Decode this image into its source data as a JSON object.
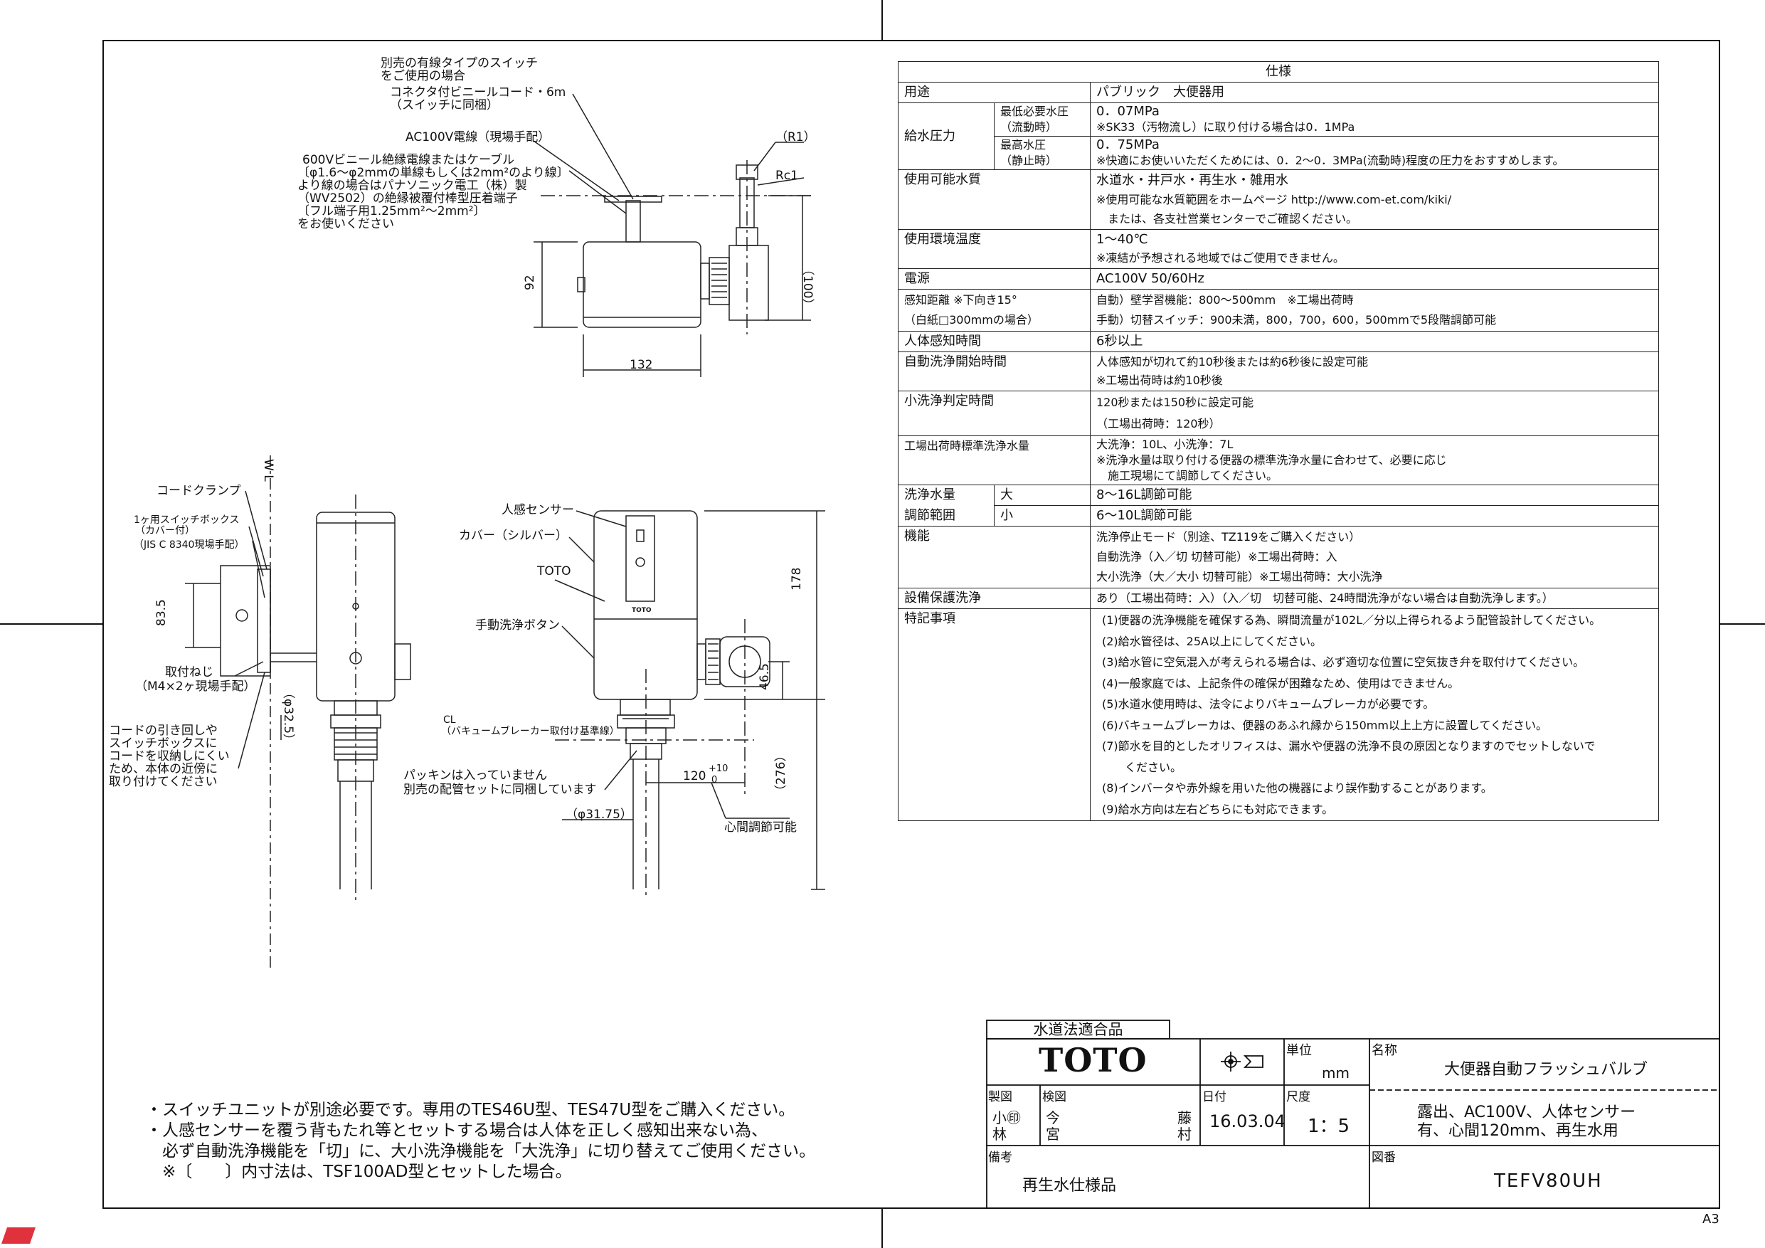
{
  "top_drawing": {
    "switch_note_1": "別売の有線タイプのスイッチ",
    "switch_note_2": "をご使用の場合",
    "cord_1": "コネクタ付ビニールコード・6m",
    "cord_2": "（スイッチに同梱）",
    "ac_cable": "AC100V電線（現場手配）",
    "cable_1": "600Vビニール絶縁電線またはケーブル",
    "cable_2": "〔φ1.6～φ2mmの単線もしくは2mm²のより線〕",
    "cable_3": "より線の場合はパナソニック電工（株）製",
    "cable_4": "（WV2502）の絶縁被覆付棒型圧着端子",
    "cable_5": "〔フル端子用1.25mm²～2mm²〕",
    "cable_6": "をお使いください",
    "r1": "（R1）",
    "rc1": "Rc1",
    "dim_100": "（100）",
    "dim_92": "92",
    "dim_132": "132"
  },
  "side_view": {
    "wl": "W L",
    "cord_clamp": "コードクランプ",
    "switch_box_1": "1ヶ用スイッチボックス",
    "switch_box_2": "（カバー付）",
    "switch_box_3": "（JIS C 8340現場手配）",
    "dim_83_5": "83.5",
    "screw_1": "取付ねじ",
    "screw_2": "（M4×2ヶ現場手配）",
    "dim_32_5": "（φ32.5）",
    "note_1": "コードの引き回しや",
    "note_2": "スイッチボックスに",
    "note_3": "コードを収納しにくい",
    "note_4": "ため、本体の近傍に",
    "note_5": "取り付けてください"
  },
  "front_view": {
    "sensor": "人感センサー",
    "cover": "カバー（シルバー）",
    "toto": "TOTO",
    "manual_button": "手動洗浄ボタン",
    "cl": "CL",
    "vb_line": "（バキュームブレーカー取付け基準線）",
    "packing_1": "パッキンは入っていません",
    "packing_2": "別売の配管セットに同梱しています",
    "dim_31_75": "（φ31.75）",
    "dim_120": "120",
    "dim_tol_plus": "+10",
    "dim_tol_zero": "0",
    "center_adj": "心間調節可能",
    "dim_178": "178",
    "dim_46_5": "46.5",
    "dim_276": "（276）",
    "logo_small": "TOTO"
  },
  "spec": {
    "title": "仕様",
    "rows": {
      "use_k": "用途",
      "use_v": "パブリック　大便器用",
      "press_k": "給水圧力",
      "pmin_k1": "最低必要水圧",
      "pmin_k2": "（流動時）",
      "pmin_v1": "0．07MPa",
      "pmin_v2": "※SK33（汚物流し）に取り付ける場合は0．1MPa",
      "pmax_k1": "最高水圧",
      "pmax_k2": "（静止時）",
      "pmax_v1": "0．75MPa",
      "pmax_v2": "※快適にお使いいただくためには、0．2～0．3MPa(流動時)程度の圧力をおすすめします。",
      "water_k": "使用可能水質",
      "water_v1": "水道水・井戸水・再生水・雑用水",
      "water_v2": "※使用可能な水質範囲をホームページ http://www.com-et.com/kiki/",
      "water_v3": "　または、各支社営業センターでご確認ください。",
      "temp_k": "使用環境温度",
      "temp_v1": "1～40℃",
      "temp_v2": "※凍結が予想される地域ではご使用できません。",
      "power_k": "電源",
      "power_v": "AC100V 50/60Hz",
      "dist_k1": "感知距離 ※下向き15°",
      "dist_k2": "（白紙□300mmの場合）",
      "dist_v1": "自動）壁学習機能：800～500mm　※工場出荷時",
      "dist_v2": "手動）切替スイッチ：900未満，800，700，600，500mmで5段階調節可能",
      "human_k": "人体感知時間",
      "human_v": "6秒以上",
      "auto_k": "自動洗浄開始時間",
      "auto_v1": "人体感知が切れて約10秒後または約6秒後に設定可能",
      "auto_v2": "※工場出荷時は約10秒後",
      "small_k": "小洗浄判定時間",
      "small_v1": "120秒または150秒に設定可能",
      "small_v2": "（工場出荷時：120秒）",
      "std_k": "工場出荷時標準洗浄水量",
      "std_v1": "大洗浄：10L、小洗浄：7L",
      "std_v2": "※洗浄水量は取り付ける便器の標準洗浄水量に合わせて、必要に応じ",
      "std_v3": "　施工現場にて調節してください。",
      "vol_k1": "洗浄水量",
      "vol_k2": "調節範囲",
      "vol_big": "大",
      "vol_small": "小",
      "vol_big_v": "8～16L調節可能",
      "vol_small_v": "6～10L調節可能",
      "func_k": "機能",
      "func_v1": "洗浄停止モード（別途、TZ119をご購入ください）",
      "func_v2": "自動洗浄（入／切 切替可能）※工場出荷時：入",
      "func_v3": "大小洗浄（大／大小 切替可能）※工場出荷時：大小洗浄",
      "prot_k": "設備保護洗浄",
      "prot_v": "あり（工場出荷時：入）（入／切　切替可能、24時間洗浄がない場合は自動洗浄します。）",
      "notes_k": "特記事項"
    },
    "notes": [
      "(1)便器の洗浄機能を確保する為、瞬間流量が102L／分以上得られるよう配管設計してください。",
      "(2)給水管径は、25A以上にしてください。",
      "(3)給水管に空気混入が考えられる場合は、必ず適切な位置に空気抜き弁を取付けてください。",
      "(4)一般家庭では、上記条件の確保が困難なため、使用はできません。",
      "(5)水道水使用時は、法令によりバキュームブレーカが必要です。",
      "(6)バキュームブレーカは、便器のあふれ縁から150mm以上上方に設置してください。",
      "(7)節水を目的としたオリフィスは、漏水や便器の洗浄不良の原因となりますのでセットしないで",
      "　　ください。",
      "(8)インバータや赤外線を用いた他の機器により誤作動することがあります。",
      "(9)給水方向は左右どちらにも対応できます。"
    ]
  },
  "bottom_notes": [
    "・スイッチユニットが別途必要です。専用のTES46U型、TES47U型をご購入ください。",
    "・人感センサーを覆う背もたれ等とセットする場合は人体を正しく感知出来ない為、",
    "　必ず自動洗浄機能を「切」に、大小洗浄機能を「大洗浄」に切り替えてご使用ください。",
    "　※〔　　〕内寸法は、TSF100AD型とセットした場合。"
  ],
  "title_block": {
    "cert": "水道法適合品",
    "logo": "TOTO",
    "unit_k": "単位",
    "unit_v": "mm",
    "name_k": "名称",
    "name_v": "大便器自動フラッシュバルブ",
    "drawn_k": "製図",
    "drawn_v1": "小㊞",
    "drawn_v2": "林",
    "check_k": "検図",
    "check_v1": "今",
    "check_v2": "宮",
    "check_v3": "藤",
    "check_v4": "村",
    "date_k": "日付",
    "date_v": "16.03.04",
    "scale_k": "尺度",
    "scale_v": "1：5",
    "desc_1": "露出、AC100V、人体センサー",
    "desc_2": "有、心間120mm、再生水用",
    "remark_k": "備考",
    "remark_v": "再生水仕様品",
    "dwg_k": "図番",
    "dwg_v": "TEFV80UH",
    "sheet": "A3"
  }
}
